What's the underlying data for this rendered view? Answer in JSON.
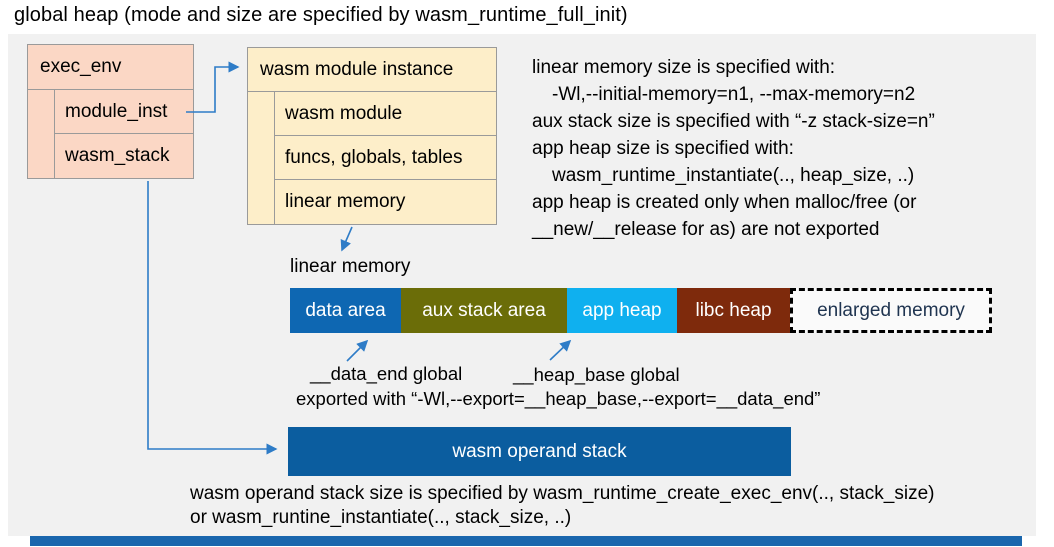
{
  "title": "global heap (mode and size are specified by wasm_runtime_full_init)",
  "colors": {
    "canvas_bg": "#f1f1f1",
    "struct_pink": "#fbd7c5",
    "struct_cream": "#fdeec9",
    "arrow_blue": "#2e7cc7",
    "operand_bar": "#0b5d9f",
    "global_heap_bar": "#1a66ad",
    "enlarged_text": "#1f3450"
  },
  "exec_env": {
    "title": "exec_env",
    "fields": [
      "module_inst",
      "wasm_stack"
    ]
  },
  "module_instance": {
    "title": "wasm module instance",
    "fields": [
      "wasm module",
      "funcs, globals, tables",
      "linear memory"
    ]
  },
  "notes": {
    "lines": [
      "linear memory size is specified with:",
      "-Wl,--initial-memory=n1, --max-memory=n2",
      "aux stack size is specified with “-z stack-size=n”",
      "app heap size is specified with:",
      "wasm_runtime_instantiate(.., heap_size, ..)",
      "app heap is created only when malloc/free (or",
      "__new/__release for as) are not exported"
    ]
  },
  "linear_memory": {
    "label": "linear memory",
    "segments": [
      {
        "label": "data area",
        "color": "#0e67b2",
        "text_color": "#ffffff"
      },
      {
        "label": "aux stack area",
        "color": "#6b6d08",
        "text_color": "#ffffff"
      },
      {
        "label": "app heap",
        "color": "#0fb0ef",
        "text_color": "#ffffff"
      },
      {
        "label": "libc heap",
        "color": "#7e2a0c",
        "text_color": "#ffffff"
      },
      {
        "label": "enlarged memory",
        "color": "#fafafa",
        "text_color": "#1f3450"
      }
    ]
  },
  "memory_annotations": {
    "data_end": "__data_end global",
    "heap_base": "__heap_base global",
    "exported": "exported with “-Wl,--export=__heap_base,--export=__data_end”"
  },
  "operand_stack": {
    "label": "wasm operand stack",
    "note_line1": "wasm operand stack size is specified by wasm_runtime_create_exec_env(.., stack_size)",
    "note_line2": "or wasm_runtine_instantiate(.., stack_size, ..)"
  }
}
